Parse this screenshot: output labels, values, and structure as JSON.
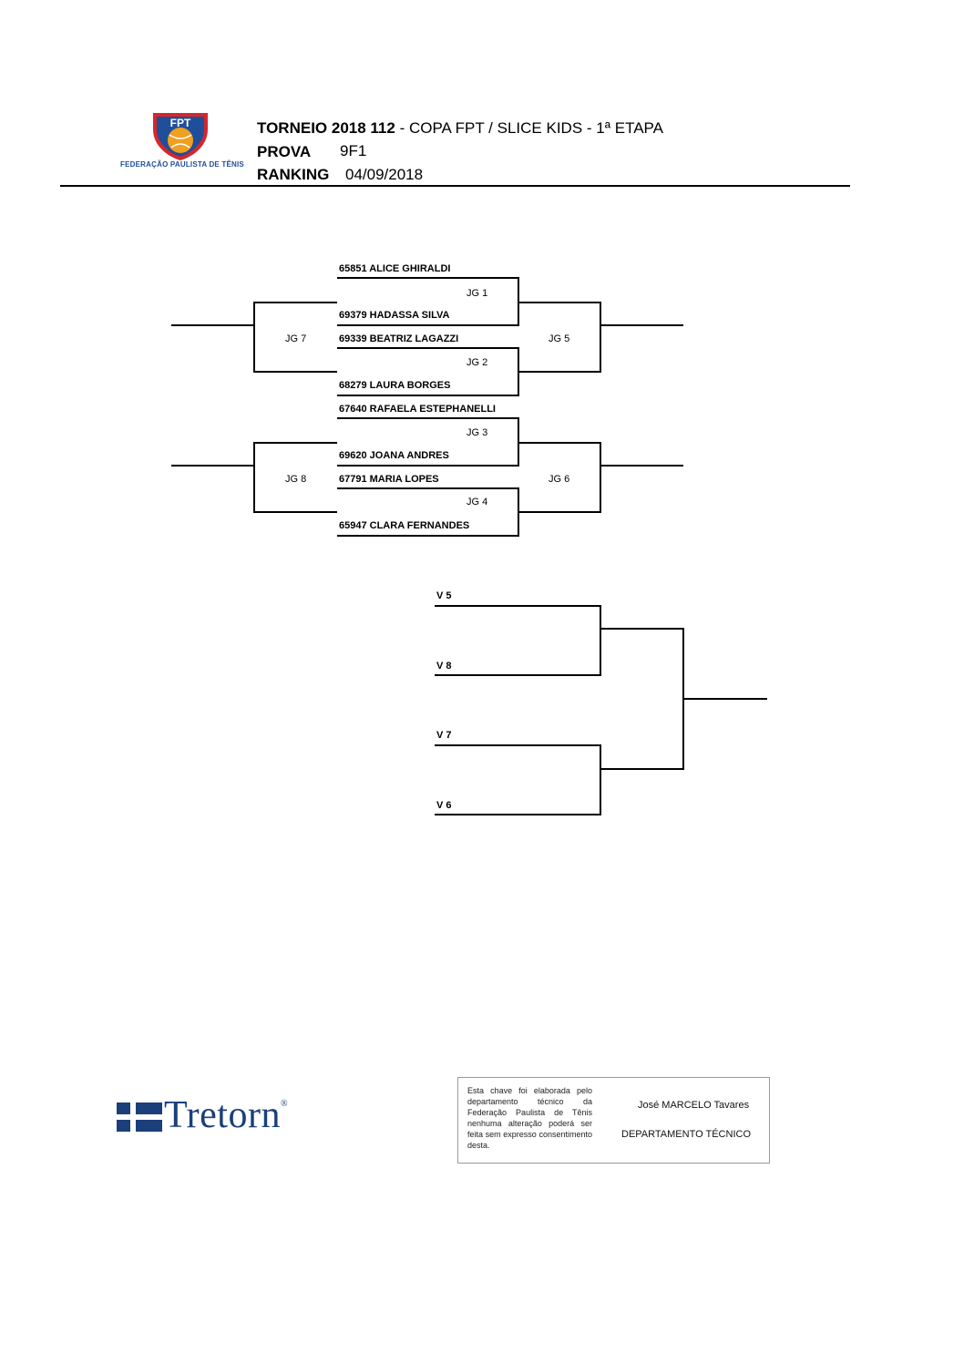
{
  "header": {
    "federation_name": "FEDERAÇÃO PAULISTA DE TÊNIS",
    "logo_text": "FPT",
    "tournament_label": "TORNEIO 2018 112",
    "tournament_desc": " - COPA FPT / SLICE KIDS - 1ª ETAPA",
    "prova_label": "PROVA",
    "prova_value": "9F1",
    "ranking_label": "RANKING",
    "ranking_value": "04/09/2018"
  },
  "main_draw": {
    "players": [
      "65851 ALICE GHIRALDI",
      "69379 HADASSA SILVA",
      "69339 BEATRIZ LAGAZZI",
      "68279 LAURA BORGES",
      "67640 RAFAELA ESTEPHANELLI",
      "69620 JOANA ANDRES",
      "67791 MARIA LOPES",
      "65947 CLARA FERNANDES"
    ],
    "games": [
      "JG 1",
      "JG 2",
      "JG 3",
      "JG 4",
      "JG 5",
      "JG 6",
      "JG 7",
      "JG 8"
    ]
  },
  "second_draw": {
    "entries": [
      "V 5",
      "V 8",
      "V 7",
      "V 6"
    ]
  },
  "footer": {
    "sponsor": "Tretorn",
    "sponsor_mark": "®",
    "colors": {
      "sponsor_blue": "#1b3f7a",
      "logo_blue": "#1f4e9a",
      "logo_orange": "#f0a020",
      "logo_red": "#d6262c"
    },
    "note": "Esta chave foi elaborada pelo departamento técnico da Federação Paulista de Tênis nenhuma alteração poderá ser feita sem expresso consentimento desta.",
    "signature_name": "José MARCELO Tavares",
    "signature_dept": "DEPARTAMENTO TÉCNICO"
  }
}
